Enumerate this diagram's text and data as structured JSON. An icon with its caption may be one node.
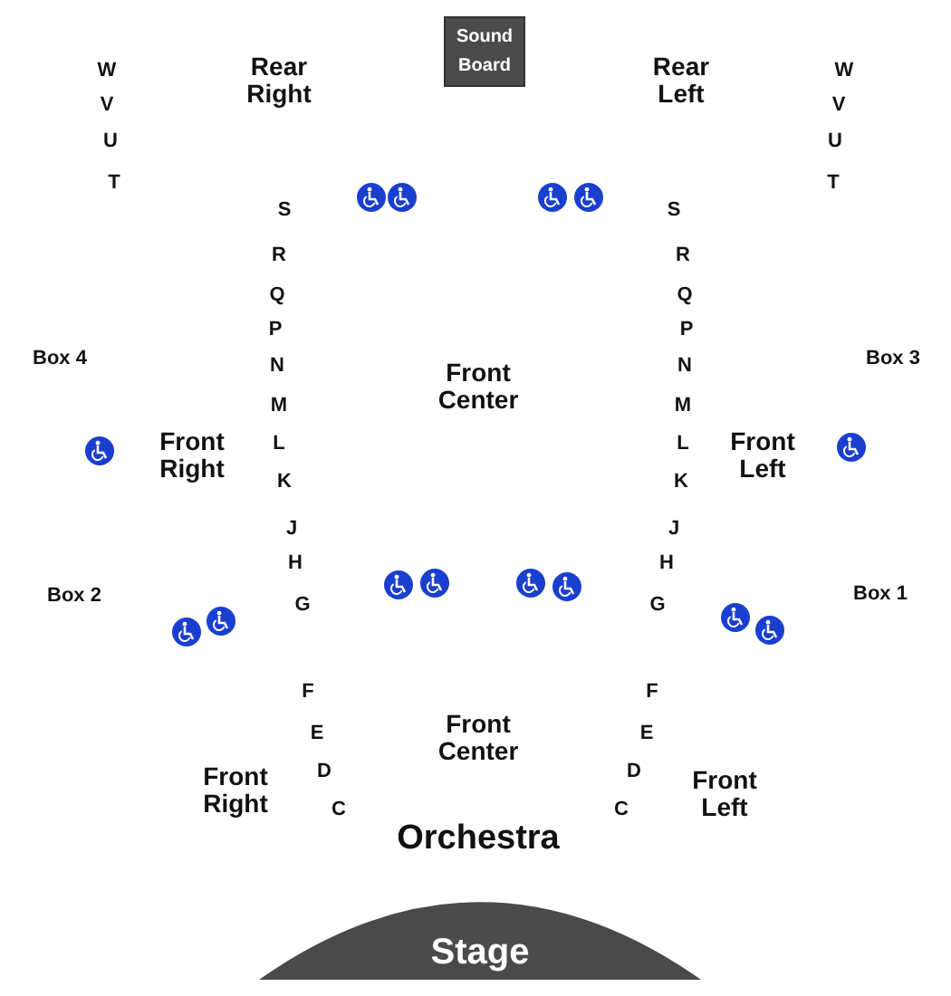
{
  "diagram": {
    "nodes": [
      {
        "text": [
          "Sound Board"
        ]
      },
      {
        "text": [
          "Stage"
        ]
      }
    ],
    "edges": [],
    "labels": [
      "Rear Right",
      "Rear Left",
      "W",
      "W",
      "V",
      "V",
      "U",
      "U",
      "T",
      "T",
      "S",
      "S",
      "R",
      "R",
      "Q",
      "Q",
      "P",
      "P",
      "Box 4",
      "Box 3",
      "N",
      "N",
      "Front Center",
      "M",
      "M",
      "Front Right",
      "Front Left",
      "L",
      "L",
      "K",
      "K",
      "J",
      "J",
      "H",
      "H",
      "Box 2",
      "Box 1",
      "G",
      "G",
      "F",
      "F",
      "E",
      "E",
      "Front Center",
      "D",
      "D",
      "Front Right",
      "Front Left",
      "C",
      "C",
      "Orchestra"
    ]
  }
}
